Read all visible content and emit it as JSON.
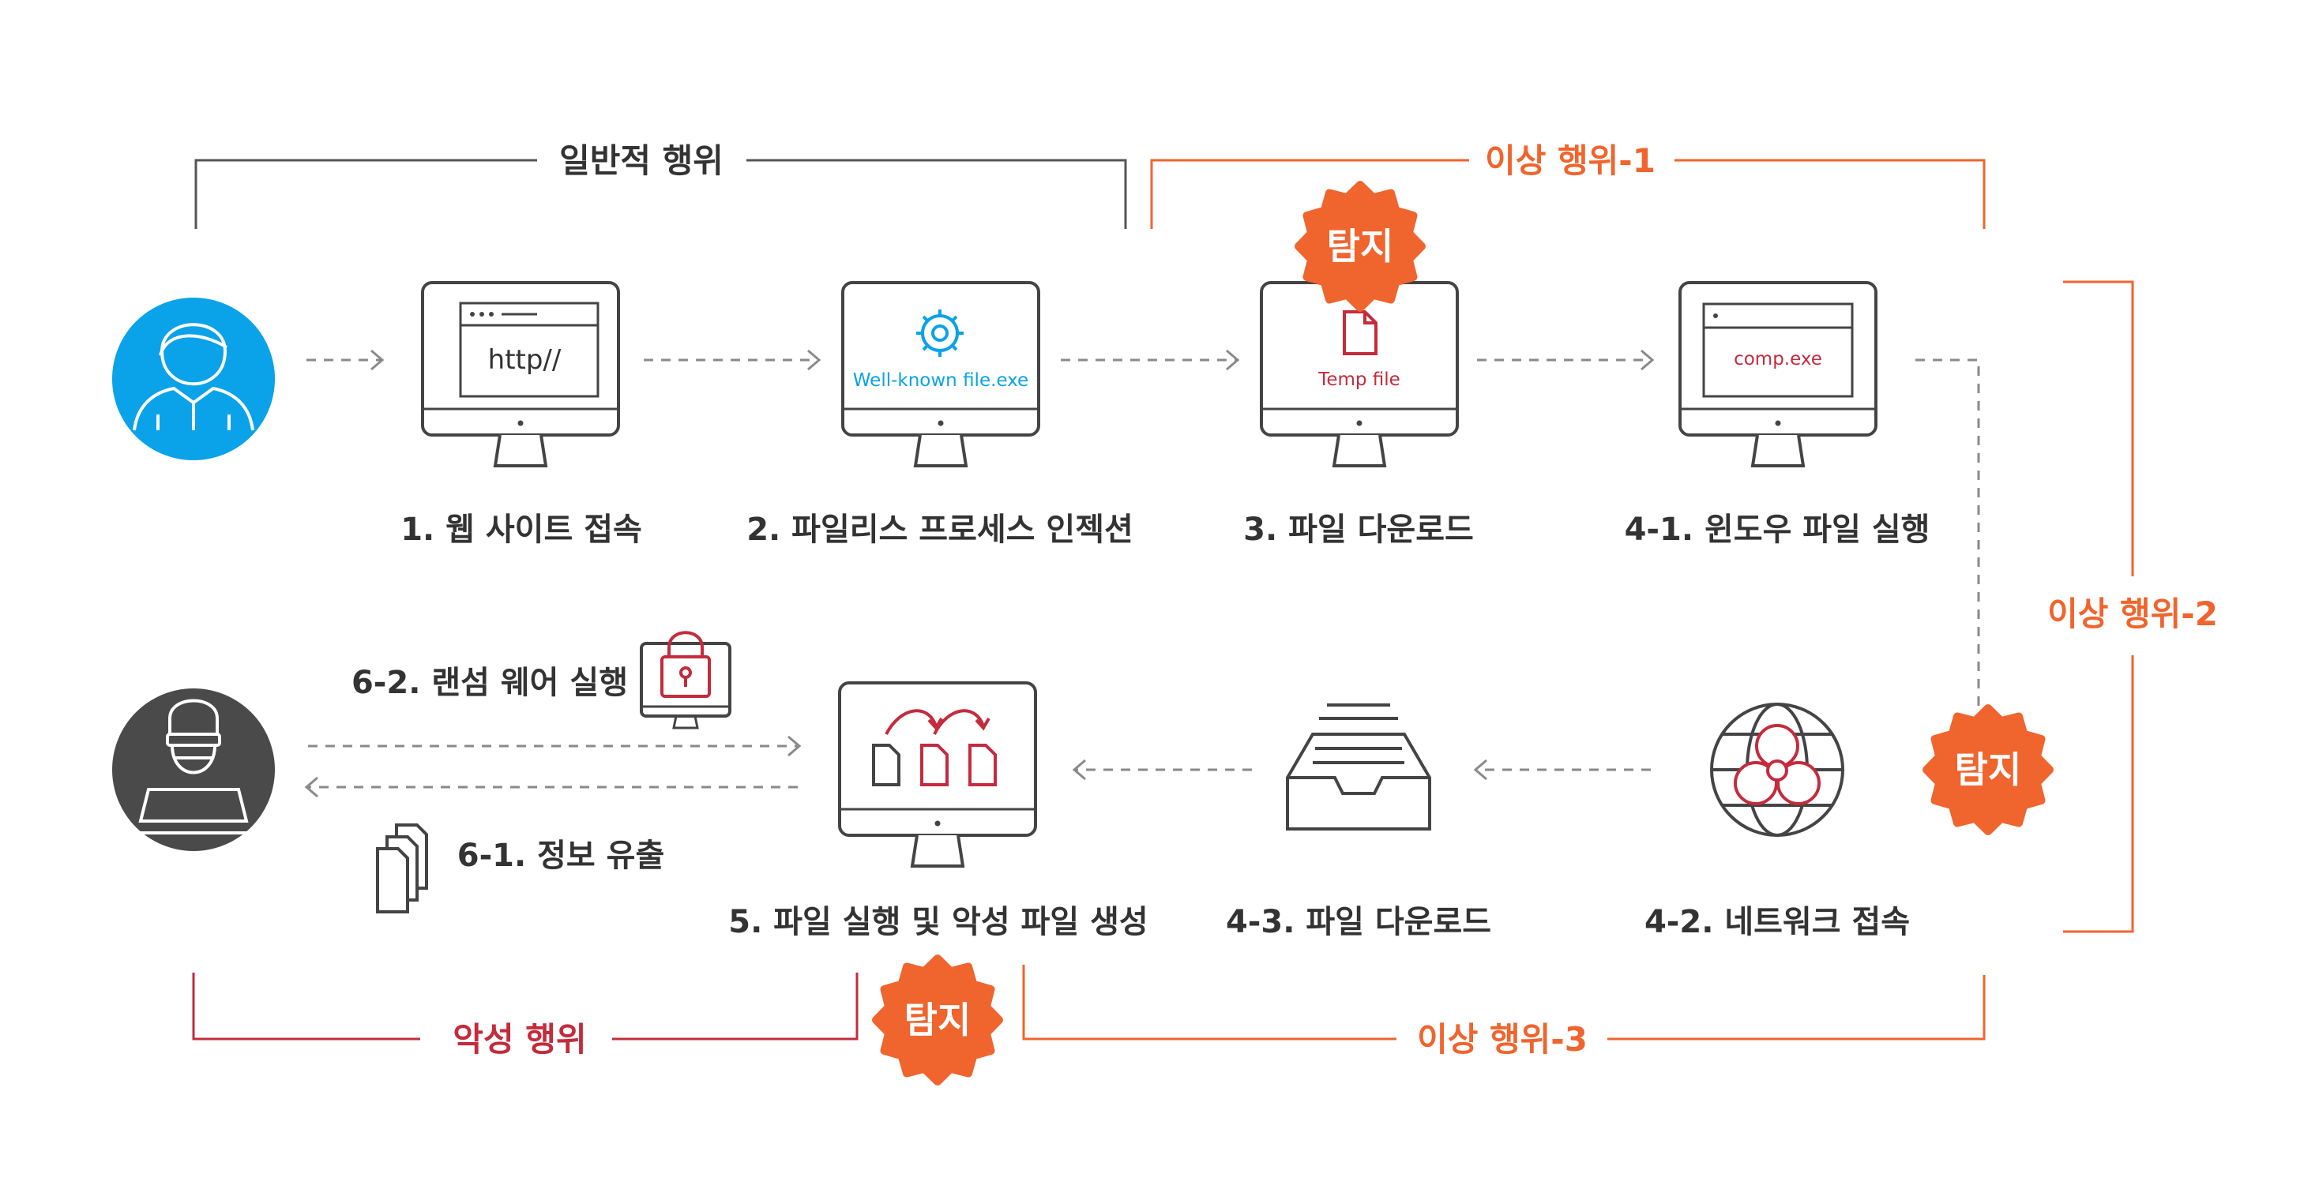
{
  "sections": {
    "normal": "일반적 행위",
    "abnormal1": "이상 행위-1",
    "abnormal2": "이상 행위-2",
    "abnormal3": "이상 행위-3",
    "malicious": "악성 행위"
  },
  "badge_text": "탐지",
  "steps": {
    "s1": "1. 웹 사이트 접속",
    "s2": "2. 파일리스 프로세스 인젝션",
    "s3": "3. 파일 다운로드",
    "s41": "4-1. 윈도우 파일 실행",
    "s42": "4-2. 네트워크 접속",
    "s43": "4-3. 파일 다운로드",
    "s5": "5. 파일 실행 및 악성 파일 생성",
    "s61": "6-1. 정보 유출",
    "s62": "6-2. 랜섬 웨어 실행"
  },
  "screens": {
    "http": "http//",
    "wellknown": "Well-known file.exe",
    "temp": "Temp file",
    "comp": "comp.exe"
  },
  "colors": {
    "orange": "#f0642d",
    "crimson": "#c42b3c",
    "blue": "#0aa2e8",
    "dark": "#4a4a4a",
    "line": "#444444"
  },
  "icons": [
    "user-icon",
    "hacker-icon",
    "gear-icon",
    "file-icon",
    "lock-icon",
    "biohazard-icon",
    "tray-icon",
    "documents-icon"
  ]
}
